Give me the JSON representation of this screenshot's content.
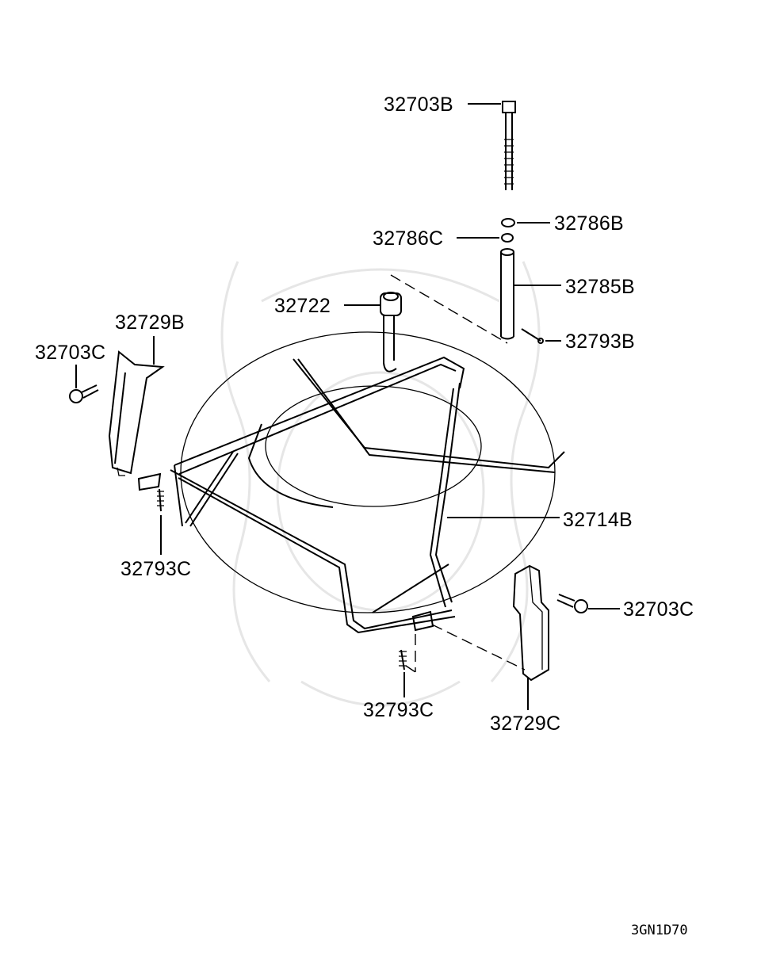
{
  "diagram": {
    "drawing_code": "3GN1D70",
    "labels": {
      "bolt_top": "32703B",
      "washer_upper": "32786B",
      "washer_lower": "32786C",
      "spacer_tube": "32785B",
      "pin_right": "32793B",
      "hook": "32722",
      "bracket_left": "32729B",
      "bolt_left": "32703C",
      "frame": "32714B",
      "pin_left": "32793C",
      "bolt_right": "32703C",
      "pin_bottom": "32793C",
      "bracket_right": "32729C"
    }
  }
}
